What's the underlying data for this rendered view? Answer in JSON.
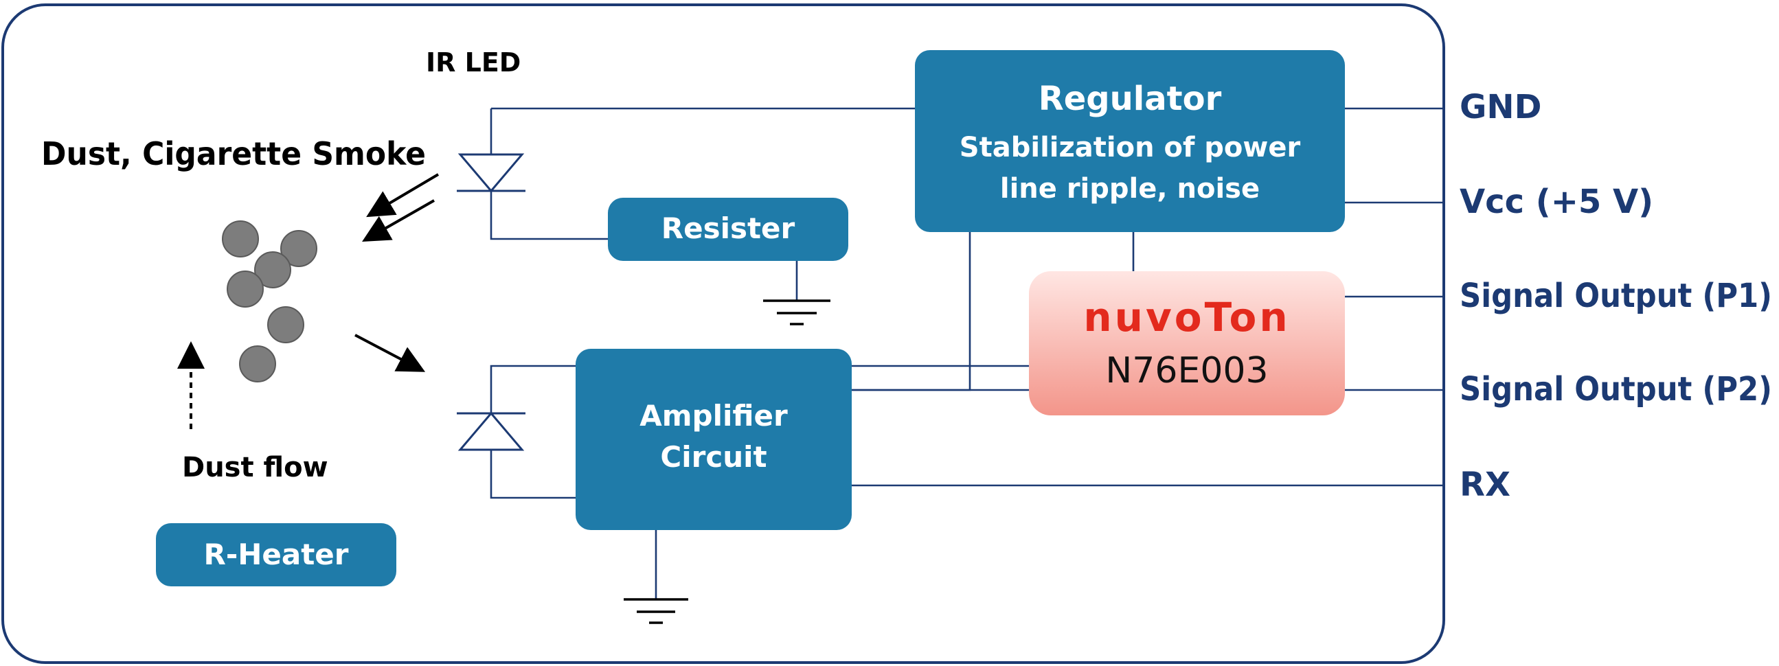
{
  "colors": {
    "block": "#1f7ba9",
    "wire": "#1c3a73",
    "pin_label": "#1c3a73",
    "particle": "#7d7d7d",
    "mcu_fill_top": "#ffe3e0",
    "mcu_fill_bottom": "#f49a8e",
    "brand_red": "#e32a1d"
  },
  "labels": {
    "ir_led": "IR LED",
    "dust_source": "Dust, Cigarette Smoke",
    "dust_flow": "Dust flow"
  },
  "blocks": {
    "regulator": {
      "title": "Regulator",
      "line1": "Stabilization of power",
      "line2": "line ripple, noise"
    },
    "resister": "Resister",
    "amplifier": {
      "line1": "Amplifier",
      "line2": "Circuit"
    },
    "heater": "R-Heater",
    "mcu": {
      "brand": "nuvoTon",
      "part": "N76E003"
    }
  },
  "pins": [
    "GND",
    "Vcc (+5 V)",
    "Signal Output (P1)",
    "Signal Output (P2)",
    "RX"
  ]
}
